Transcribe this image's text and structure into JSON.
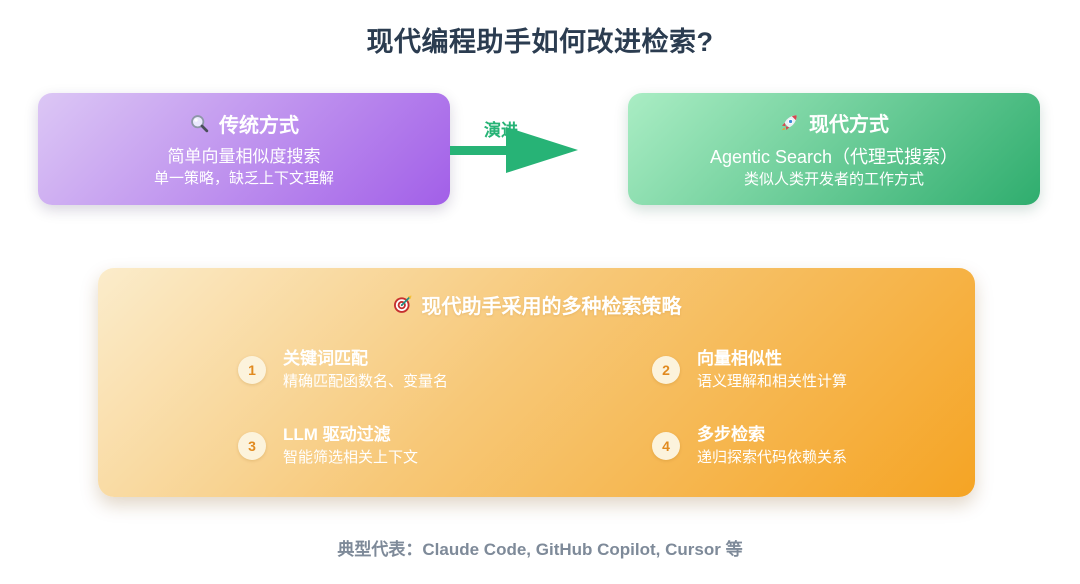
{
  "page": {
    "title": "现代编程助手如何改进检索?",
    "footer": "典型代表：Claude Code, GitHub Copilot, Cursor 等"
  },
  "traditional_box": {
    "icon": "magnifier-icon",
    "title": "传统方式",
    "line1": "简单向量相似度搜索",
    "line2": "单一策略，缺乏上下文理解"
  },
  "evolution_arrow": {
    "label": "演进",
    "color": "#27b376"
  },
  "modern_box": {
    "icon": "rocket-icon",
    "title": "现代方式",
    "line1": "Agentic Search（代理式搜索）",
    "line2": "类似人类开发者的工作方式"
  },
  "strategies_panel": {
    "icon": "target-icon",
    "title": "现代助手采用的多种检索策略",
    "items": [
      {
        "num": "1",
        "title": "关键词匹配",
        "desc": "精确匹配函数名、变量名"
      },
      {
        "num": "2",
        "title": "向量相似性",
        "desc": "语义理解和相关性计算"
      },
      {
        "num": "3",
        "title": "LLM 驱动过滤",
        "desc": "智能筛选相关上下文"
      },
      {
        "num": "4",
        "title": "多步检索",
        "desc": "递归探索代码依赖关系"
      }
    ]
  },
  "colors": {
    "title_text": "#2b3c50",
    "traditional_gradient_start": "#dcc7f5",
    "traditional_gradient_end": "#a25fe8",
    "modern_gradient_start": "#aaedc4",
    "modern_gradient_end": "#2fad6e",
    "panel_gradient_start": "#fbeccb",
    "panel_gradient_end": "#f5a424",
    "arrow_green": "#27b376",
    "number_circle_bg": "#fcf3dc",
    "number_circle_text": "#e18a1f",
    "footer_text": "#7e8a99"
  }
}
